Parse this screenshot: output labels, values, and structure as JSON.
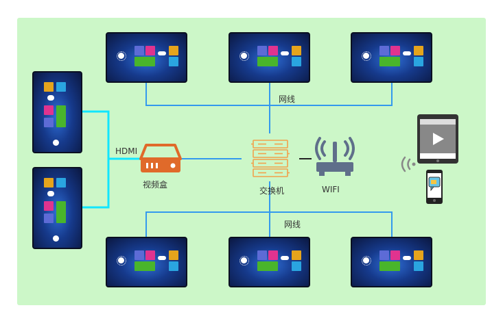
{
  "labels": {
    "hdmi": "HDMI",
    "video_box": "视频盒",
    "switch": "交换机",
    "wifi": "WIFI",
    "cable_top": "网线",
    "cable_bottom": "网线"
  },
  "colors": {
    "panel_bg": "#ccf7c8",
    "hdmi_line": "#11e6ff",
    "network_line": "#3399ee",
    "video_box": "#e06a2a",
    "switch_icon": "#f2a04b",
    "router": "#5f6f8a"
  },
  "screens": {
    "top_count": 3,
    "bottom_count": 3,
    "portrait_count": 2
  },
  "icons": [
    "monitor-icon",
    "video-box-icon",
    "switch-icon",
    "wifi-router-icon",
    "tablet-icon",
    "phone-icon",
    "signal-icon"
  ]
}
